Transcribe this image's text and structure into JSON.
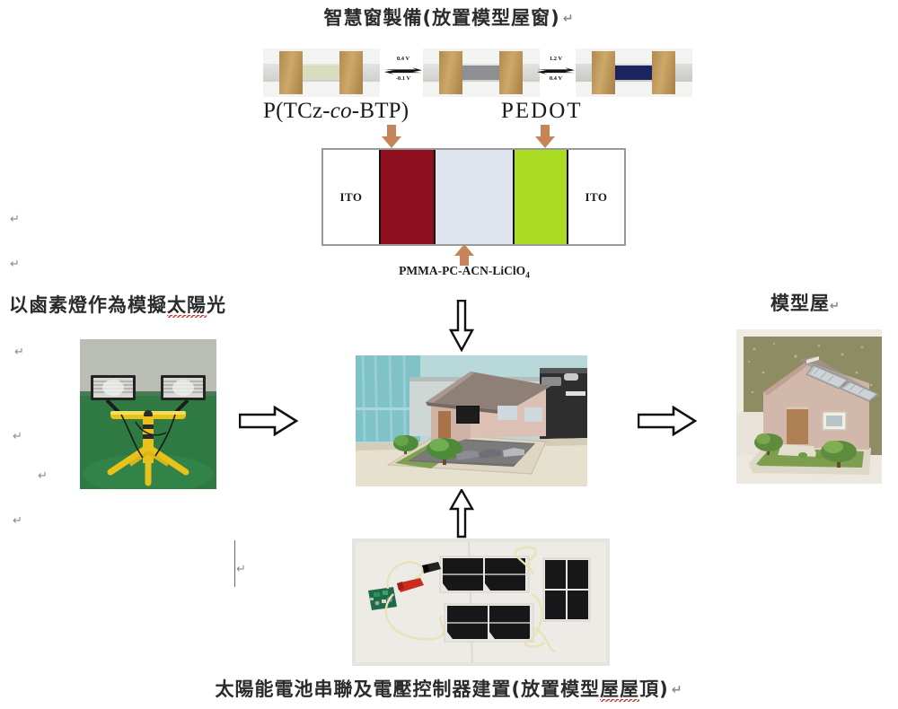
{
  "document": {
    "title_top": "智慧窗製備(放置模型屋窗)",
    "caption_bottom": "太陽能電池串聯及電壓控制器建置(放置模型屋屋頂)",
    "pilcrow": "↵"
  },
  "electrochromic_strip": {
    "transition_1": {
      "forward_voltage": "0.4 V",
      "reverse_voltage": "-0.1 V"
    },
    "transition_2": {
      "forward_voltage": "1.2 V",
      "reverse_voltage": "0.4 V"
    },
    "states": [
      {
        "name": "bleached-state",
        "film_color": "#d9dcbe"
      },
      {
        "name": "intermediate-state",
        "film_color": "#8d8f92"
      },
      {
        "name": "colored-state",
        "film_color": "#1b2360"
      }
    ]
  },
  "polymer_labels": {
    "left_prefix": "P(TCz-",
    "left_italic": "co",
    "left_suffix": "-BTP)",
    "right": "PEDOT"
  },
  "device_stack": {
    "layers": [
      {
        "label": "ITO",
        "color": "#ffffff"
      },
      {
        "label": "",
        "color": "#8e0f1e"
      },
      {
        "label": "",
        "color": "#dde4ee"
      },
      {
        "label": "",
        "color": "#aadc22"
      },
      {
        "label": "ITO",
        "color": "#ffffff"
      }
    ],
    "electrolyte_label": "PMMA-PC-ACN-LiClO",
    "electrolyte_subscript": "4"
  },
  "labels": {
    "left_light_source": "以鹵素燈作為模擬太陽光",
    "right_model_house": "模型屋"
  },
  "photos": {
    "halogen_lamp": "halogen-lamp-photo",
    "model_house_center": "model-house-photo",
    "model_house_right": "model-house-with-solar-photo",
    "solar_panels": "solar-panel-array-photo"
  },
  "colors": {
    "red_layer": "#8e0f1e",
    "green_layer": "#aadc22",
    "electrolyte_layer": "#dde4ee",
    "brown_arrow": "#c5845a",
    "spellcheck": "#c0392b"
  }
}
